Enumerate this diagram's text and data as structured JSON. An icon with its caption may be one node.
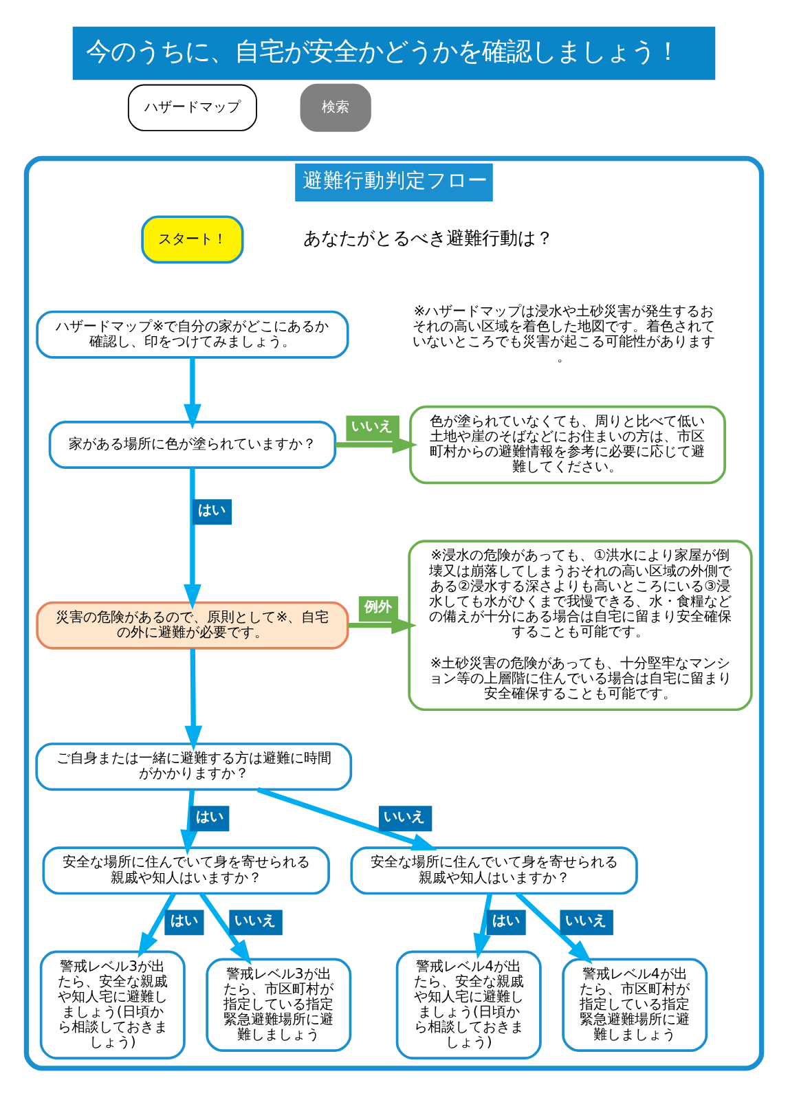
{
  "diagram": {
    "title": "今のうちに、自宅が安全かどうかを確認しましょう！",
    "nodes": [
      {
        "text": [
          "避難行動判定フロー"
        ]
      },
      {
        "text": [
          "スタート！"
        ],
        "in": 0
      },
      {
        "text": [
          "ハザードマップ※で自分の家がどこにあるか確認し、印をつけてみましょう。"
        ],
        "in": 0
      },
      {
        "text": [
          "家がある場所に色が塗られていますか？"
        ],
        "in": 0
      },
      {
        "text": [
          "色が塗られていなくても、周りと比べて低い土地や崖のそばなどにお住まいの方は、市区町村からの避難情報を参考に必要に応じて避難してください。"
        ],
        "in": 0
      },
      {
        "text": [
          "災害の危険があるので、原則として※、自宅の外に避難が必要です。"
        ],
        "in": 0
      },
      {
        "text": [
          "※浸水の危険があっても、①洪水により家屋が倒壊又は崩落してしまうおそれの高い区域の外側である②浸水する深さよりも高いところにいる③浸水しても水がひくまで我慢できる、水・食糧などの備えが十分にある場合は自宅に留まり安全確保することも可能です。",
          "※土砂災害の危険があっても、十分堅牢なマンション等の上層階に住んでいる場合は自宅に留まり安全確保することも可能です。"
        ],
        "in": 0
      },
      {
        "text": [
          "ご自身または一緒に避難する方は避難に時間がかかりますか？"
        ],
        "in": 0
      },
      {
        "text": [
          "安全な場所に住んでいて身を寄せられる親戚や知人はいますか？"
        ],
        "in": 0
      },
      {
        "text": [
          "安全な場所に住んでいて身を寄せられる親戚や知人はいますか？"
        ],
        "in": 0
      },
      {
        "text": [
          "警戒レベル3が出たら、安全な親戚や知人宅に避難しましょう(日頃から相談しておきましょう)"
        ],
        "in": 0
      },
      {
        "text": [
          "警戒レベル3が出たら、市区町村が指定している指定緊急避難場所に避難しましょう"
        ],
        "in": 0
      },
      {
        "text": [
          "警戒レベル4が出たら、安全な親戚や知人宅に避難しましょう(日頃から相談しておきましょう)"
        ],
        "in": 0
      },
      {
        "text": [
          "警戒レベル4が出たら、市区町村が指定している指定緊急避難場所に避難しましょう"
        ],
        "in": 0
      }
    ],
    "edges": [
      {
        "from": 2,
        "to": 3,
        "arrow": "to"
      },
      {
        "from": 3,
        "to": 4,
        "arrow": "to",
        "label": "いいえ",
        "color": "#6ab04c"
      },
      {
        "from": 3,
        "to": 5,
        "arrow": "to",
        "label": "はい"
      },
      {
        "from": 5,
        "to": 6,
        "arrow": "to",
        "label": "例外",
        "color": "#6ab04c"
      },
      {
        "from": 5,
        "to": 7,
        "arrow": "to"
      },
      {
        "from": 7,
        "to": 8,
        "arrow": "to",
        "label": "はい"
      },
      {
        "from": 7,
        "to": 9,
        "arrow": "to",
        "label": "いいえ"
      },
      {
        "from": 8,
        "to": 10,
        "arrow": "to",
        "label": "はい"
      },
      {
        "from": 8,
        "to": 11,
        "arrow": "to",
        "label": "いいえ"
      },
      {
        "from": 9,
        "to": 12,
        "arrow": "to",
        "label": "はい"
      },
      {
        "from": 9,
        "to": 13,
        "arrow": "to",
        "label": "いいえ"
      }
    ],
    "labels": [
      "ハザードマップ",
      "検索",
      "あなたがとるべき避難行動は？",
      "※ハザードマップは浸水や土砂災害が発生するおそれの高い区域を着色した地図です。着色されていないところでも災害が起こる可能性があります。"
    ]
  }
}
